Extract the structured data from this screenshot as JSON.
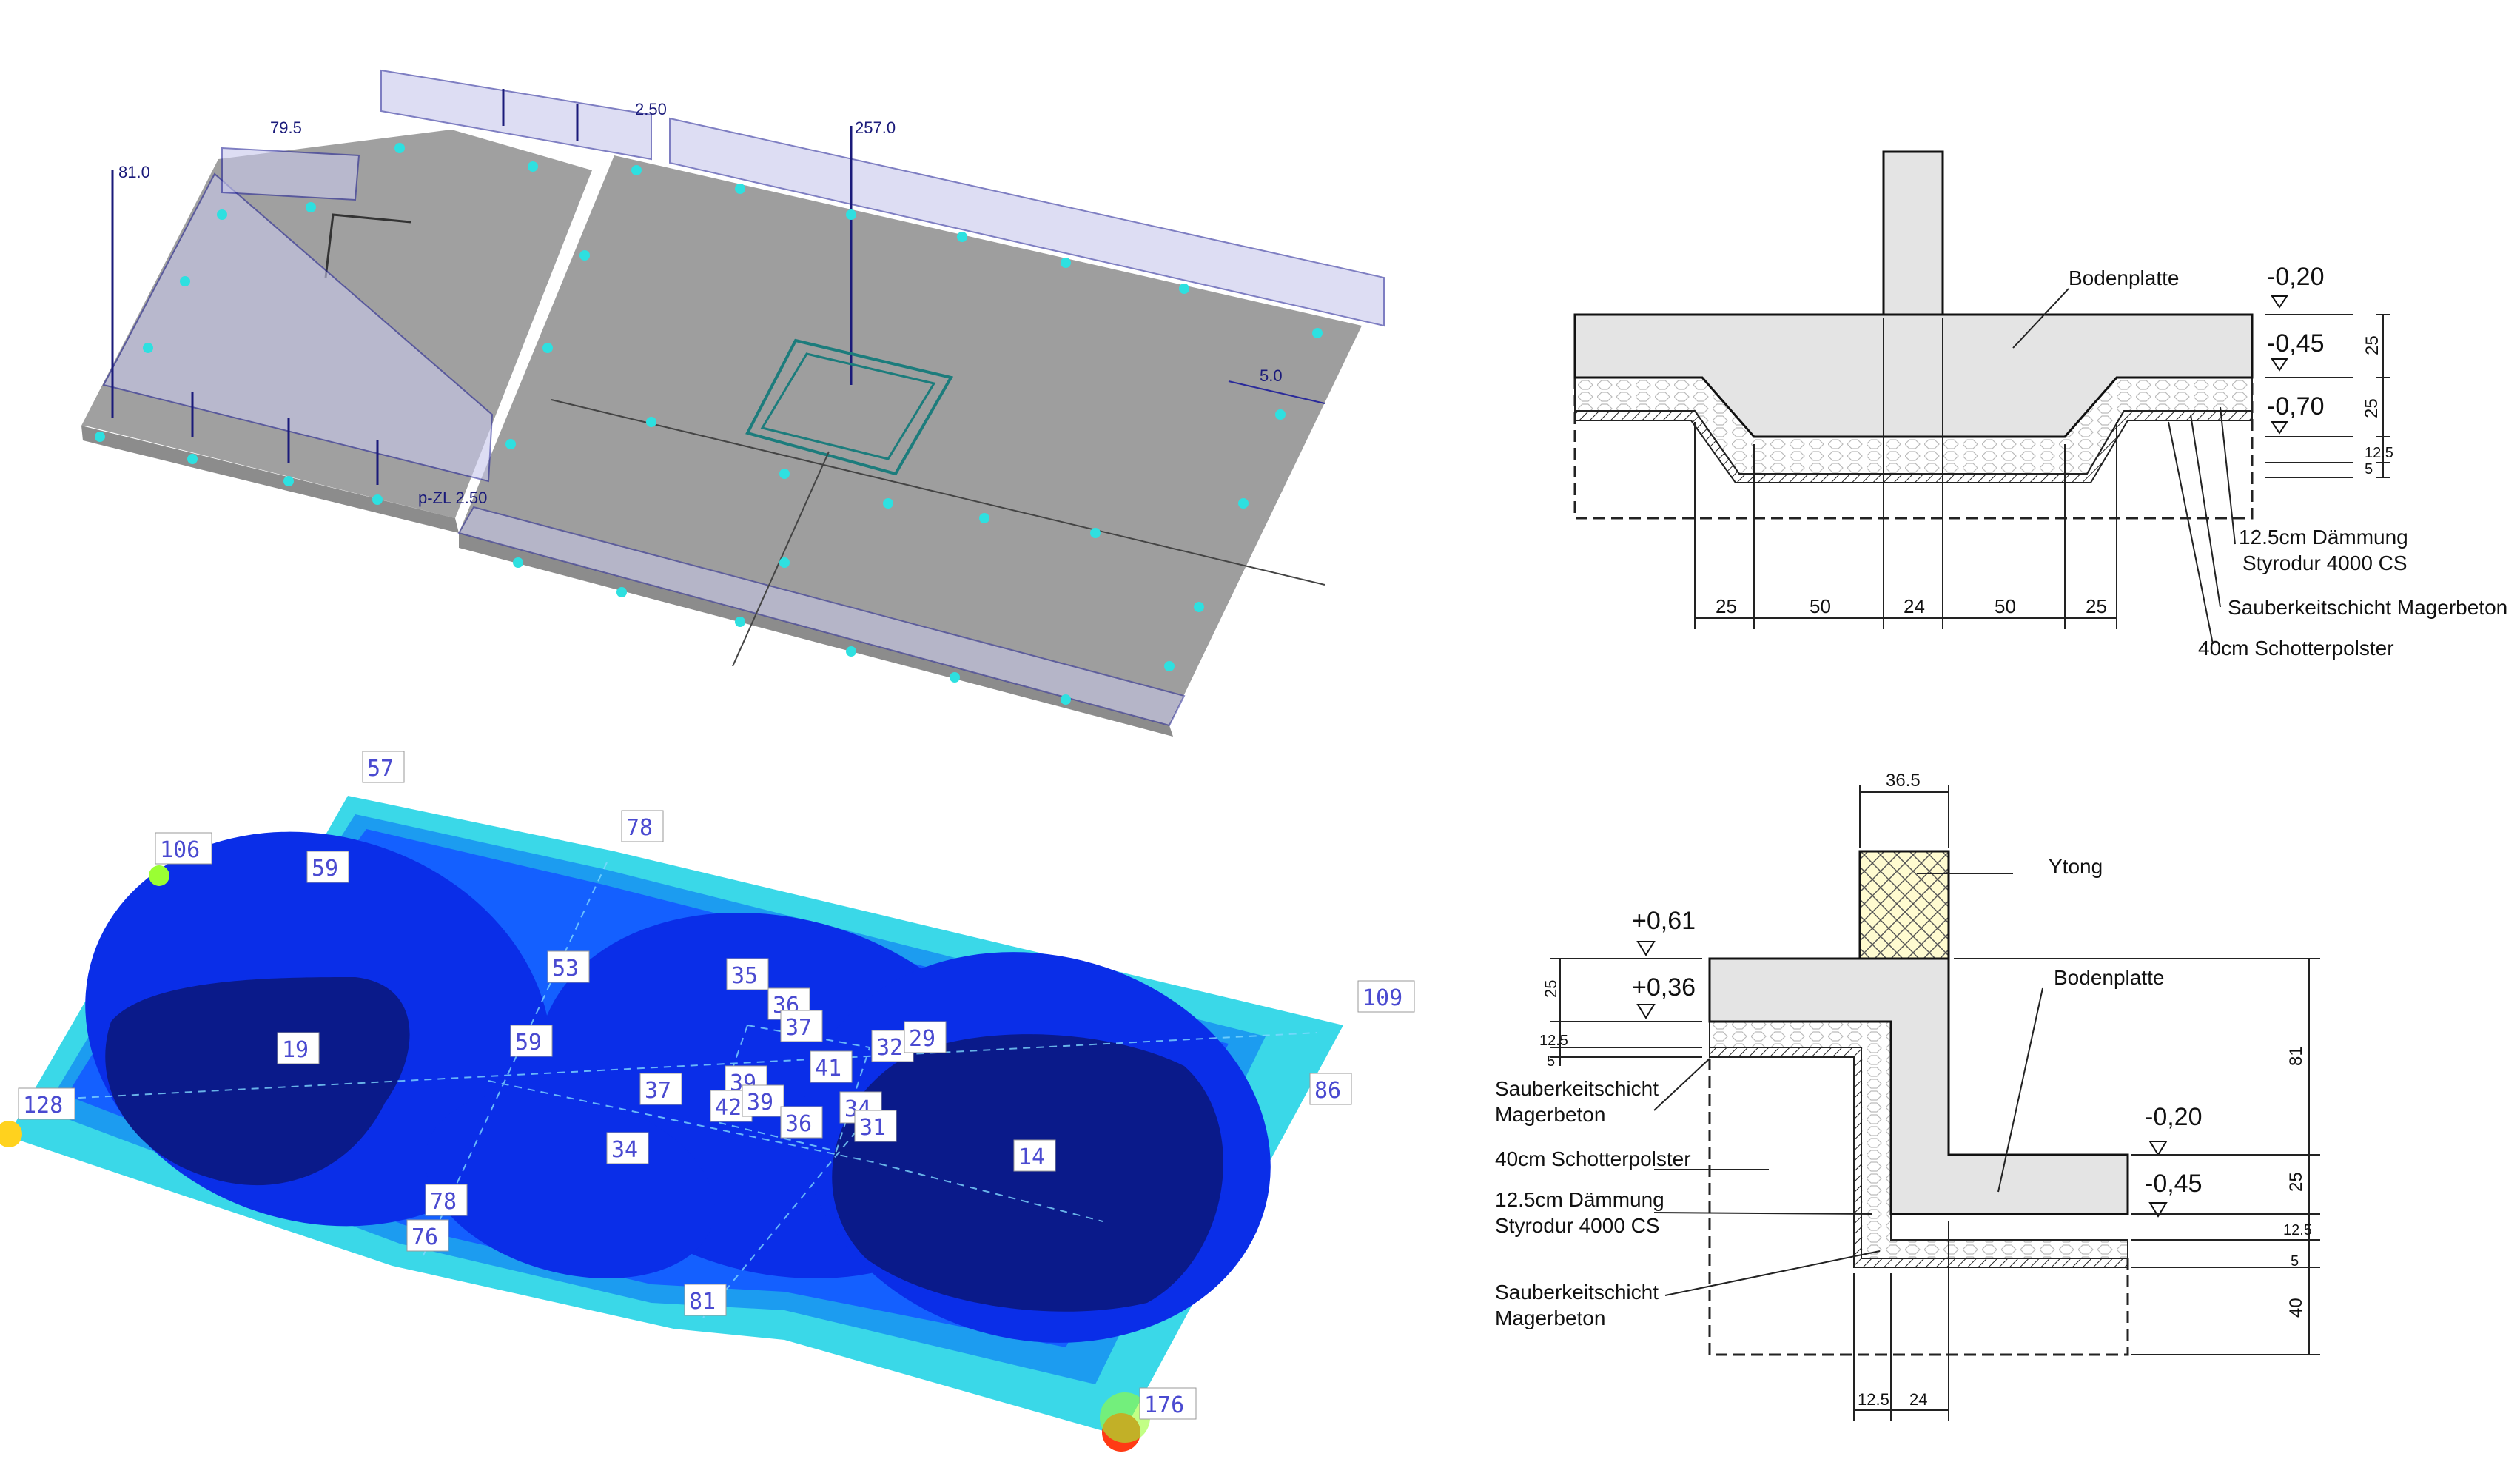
{
  "model3d": {
    "loads": [
      "81.0",
      "79.5",
      "2.50",
      "257.0",
      "5.0",
      "p-ZL 2.50"
    ]
  },
  "contour": {
    "labels": [
      "57",
      "106",
      "59",
      "78",
      "19",
      "128",
      "53",
      "59",
      "35",
      "36",
      "37",
      "41",
      "32",
      "29",
      "109",
      "86",
      "37",
      "39",
      "42",
      "39",
      "36",
      "34",
      "31",
      "34",
      "78",
      "76",
      "14",
      "81",
      "176"
    ]
  },
  "section_top": {
    "levels": [
      "-0,20",
      "-0,45",
      "-0,70"
    ],
    "labels": [
      "Bodenplatte",
      "12.5cm Dämmung",
      "Styrodur 4000 CS",
      "Sauberkeitschicht Magerbeton",
      "40cm Schotterpolster"
    ],
    "dims_bottom": [
      "25",
      "50",
      "24",
      "50",
      "25"
    ],
    "dims_right": [
      "25",
      "25",
      "5",
      "12.5"
    ]
  },
  "section_bottom": {
    "top_dim": "36.5",
    "levels": [
      "+0,61",
      "+0,36",
      "-0,20",
      "-0,45"
    ],
    "labels": [
      "Ytong",
      "Bodenplatte",
      "Sauberkeitschicht",
      "Magerbeton",
      "40cm Schotterpolster",
      "12.5cm Dämmung",
      "Styrodur 4000 CS",
      "Sauberkeitschicht",
      "Magerbeton"
    ],
    "dims_left": [
      "25",
      "5",
      "12.5"
    ],
    "dims_right": [
      "81",
      "25",
      "5",
      "12.5",
      "40"
    ],
    "dims_bottom": [
      "12.5",
      "24"
    ]
  },
  "colors": {
    "slab": "#9b9b9b",
    "load_fill": "#c8c8ec",
    "support": "#2ee0e0",
    "deep_blue": "#0a1a8a",
    "blue": "#0a2ee8",
    "mid_blue": "#1460ff",
    "light_blue": "#1c9cf0",
    "cyan": "#3ad8e8"
  }
}
